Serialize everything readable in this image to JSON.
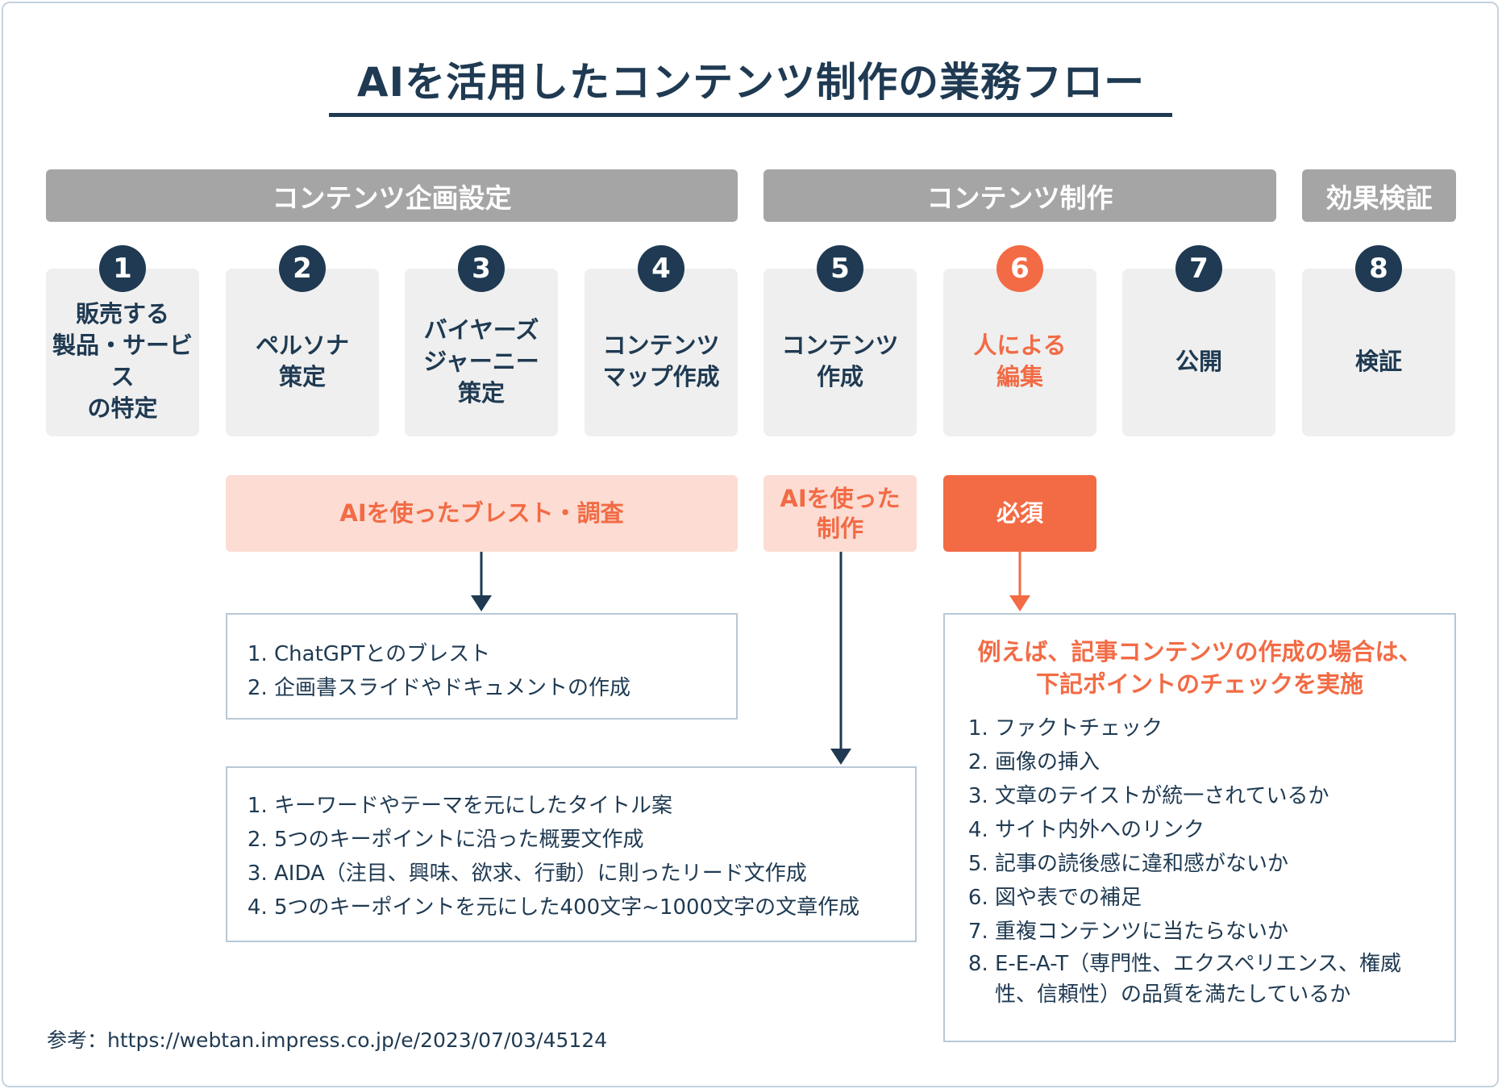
{
  "title": "AIを活用したコンテンツ制作の業務フロー",
  "phases": [
    {
      "label": "コンテンツ企画設定"
    },
    {
      "label": "コンテンツ制作"
    },
    {
      "label": "効果検証"
    }
  ],
  "steps": [
    {
      "number": "1",
      "label": "販売する\n製品・サービス\nの特定"
    },
    {
      "number": "2",
      "label": "ペルソナ\n策定"
    },
    {
      "number": "3",
      "label": "バイヤーズ\nジャーニー\n策定"
    },
    {
      "number": "4",
      "label": "コンテンツ\nマップ作成"
    },
    {
      "number": "5",
      "label": "コンテンツ\n作成"
    },
    {
      "number": "6",
      "label": "人による\n編集"
    },
    {
      "number": "7",
      "label": "公開"
    },
    {
      "number": "8",
      "label": "検証"
    }
  ],
  "tags": {
    "brainstorm": "AIを使ったブレスト・調査",
    "ai_creation": "AIを使った\n制作",
    "required": "必須"
  },
  "boxes": {
    "brainstorm_items": [
      "ChatGPTとのブレスト",
      "企画書スライドやドキュメントの作成"
    ],
    "creation_items": [
      "キーワードやテーマを元にしたタイトル案",
      "5つのキーポイントに沿った概要文作成",
      "AIDA（注目、興味、欲求、行動）に則ったリード文作成",
      "5つのキーポイントを元にした400文字~1000文字の文章作成"
    ],
    "check_heading": "例えば、記事コンテンツの作成の場合は、\n下記ポイントのチェックを実施",
    "check_items": [
      "ファクトチェック",
      "画像の挿入",
      "文章のテイストが統一されているか",
      "サイト内外へのリンク",
      "記事の読後感に違和感がないか",
      "図や表での補足",
      "重複コンテンツに当たらないか",
      "E-E-A-T（専門性、エクスペリエンス、権威性、信頼性）の品質を満たしているか"
    ]
  },
  "reference": "参考：https://webtan.impress.co.jp/e/2023/07/03/45124",
  "colors": {
    "navy": "#1f3a52",
    "accent": "#f26b45",
    "accent_light": "#fcdcd3",
    "phase_gray": "#a5a5a5",
    "step_bg": "#efefef"
  }
}
